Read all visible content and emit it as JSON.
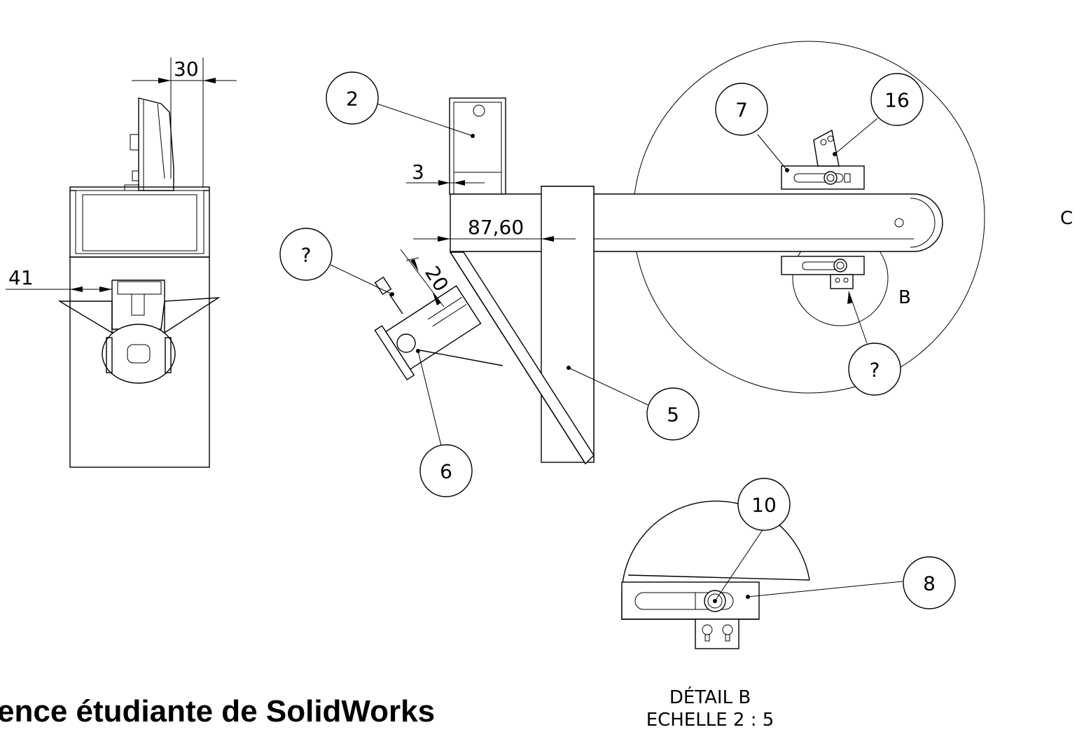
{
  "dimensions": {
    "d30": "30",
    "d41": "41",
    "d3": "3",
    "d87": "87,60",
    "d20": "20"
  },
  "balloons": {
    "b2": "2",
    "b5": "5",
    "b6": "6",
    "b7": "7",
    "b16": "16",
    "bq1": "?",
    "bq2": "?",
    "b10": "10",
    "b8": "8"
  },
  "labels": {
    "detail_b": "B",
    "detail_c": "C"
  },
  "detail_caption": {
    "line1": "DÉTAIL B",
    "line2": "ECHELLE 2 : 5"
  },
  "watermark": {
    "line1": "ence étudiante de SolidWorks"
  }
}
